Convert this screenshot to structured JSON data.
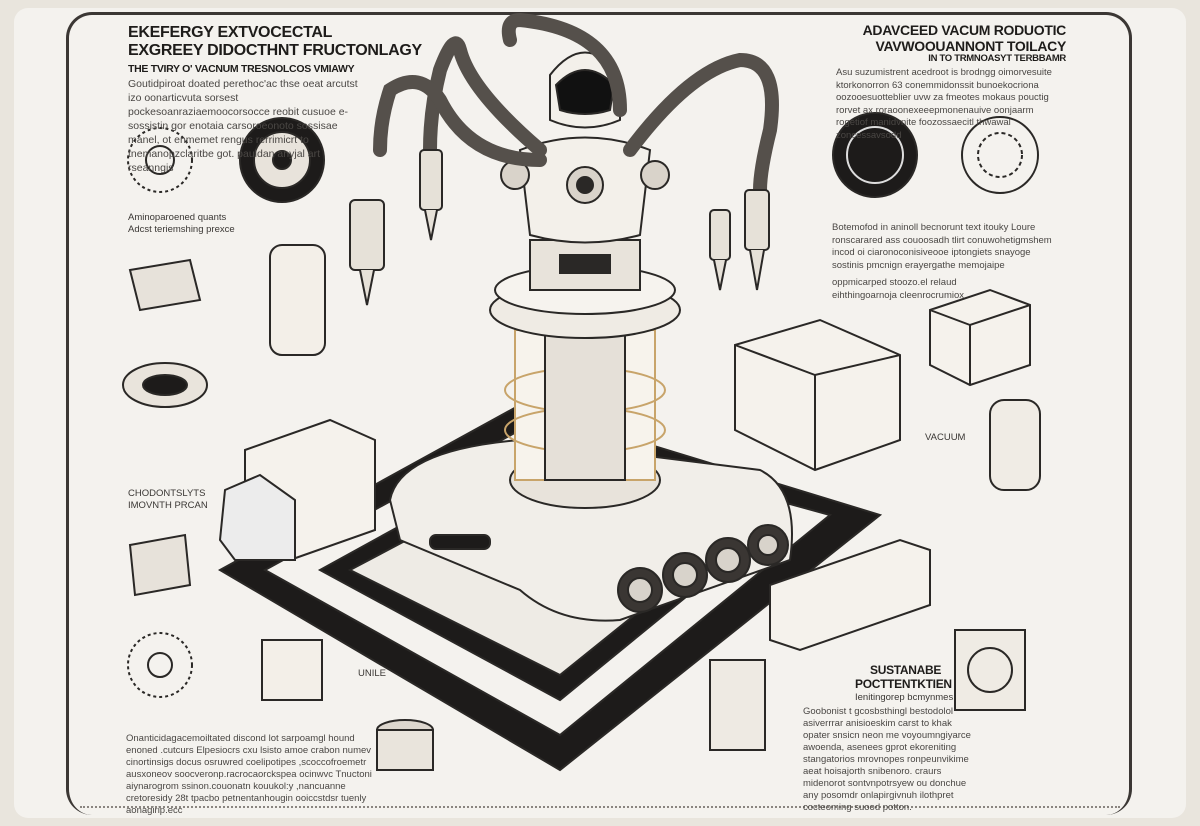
{
  "left_header": {
    "title_1": "EKEFERGY EXTVOCECTAL",
    "title_2": "EXGREEY DIDOCTHNT FRUCTONLAGY",
    "subtitle": "THE TVIRY O' VACNUM TRESNOLCOS VMIAWY",
    "body": "Goutidpiroat doated perethoc'ac thse oeat arcutst izo oonarticvuta sorsest pockesoanraziaemoocorsocce reobit cusuoe e-sossistin gor enotaia carsoroeonoto sossisae manel, ot enmemet rengus rerrimicrt to tnemanopzclaritbe got. pauldan anyjal art rseanngis"
  },
  "right_header": {
    "title_1": "ADAVCEED VACUM RODUOTIC",
    "title_2": "VAVWOOUANNONT TOILACY",
    "subtitle": "IN TO TRMNOASYT TERBBAMR",
    "body": "Asu suzumistrent acedroot is brodngg oimorvesuite ktorkonorron 63 conemmidonssit bunoekocriona oozooesuotteblier uvw za fmeotes mokaus pouctig rorvet ax roraoonexeeepmonenauive oonjaarm rogetiof manidvnite foozossaecitl thwawal zoncessavsodd"
  },
  "left_labels": {
    "quants_1": "Aminoparoened quants",
    "quants_2": "Adcst teriemshing prexce",
    "chodont_1": "CHODONTSLYTS",
    "chodont_2": "IMOVNTH PRCAN",
    "unile": "UNILE"
  },
  "right_mid": {
    "body_1": "Botemofod in aninoll becnorunt text itouky Loure ronscarared ass couoosadh tlirt conuwohetigmshem incod oi ciaronoconisiveooe iptongiets snayoge sostinis pmcnign erayergathe memojaipe",
    "body_2": "oppmicarped stoozo.el relaud eihthingoarnoja cleenrocrumiox",
    "vacuum_label": "VACUUM"
  },
  "sustainable": {
    "title_1": "SUSTANABE",
    "title_2": "POCTTENTKTIEN",
    "subtitle": "Ienitingorep bcmynmes",
    "body": "Goobonist t gcosbsthingl bestodolol asiverrrar anisioeskim carst to khak opater snsicn neon me voyoumngiyarce awoenda, asenees gprot ekoreniting stangatorios mrovnopes ronpeunvikime aeat hoisajorth snibenoro. craurs midenorot sontvnpotrsyew ou donchue any posomdr onlapirgivnuh ilothpret cocteoming suood potton."
  },
  "bottom_left": {
    "body": "Onanticidagacemoiltated discond lot sarpoamgl hound enoned .cutcurs Elpesiocrs cxu lsisto amoe crabon numev cinortinsigs docus osruwred coelipotipes ,scoccofroemetr ausxoneov soocveronp.racrocaorckspea ocinwvc Tnuctoni aiynarogrom ssinon.couonatn kouukol:y ,nancuanne cretoresidy 28t tpacbo petnentanhougin ooiccstdsr tuenly aonagirip.ecc"
  },
  "colors": {
    "background": "#f4f2ee",
    "ink": "#1e1c1a",
    "accent_gold": "#c8a46a"
  }
}
